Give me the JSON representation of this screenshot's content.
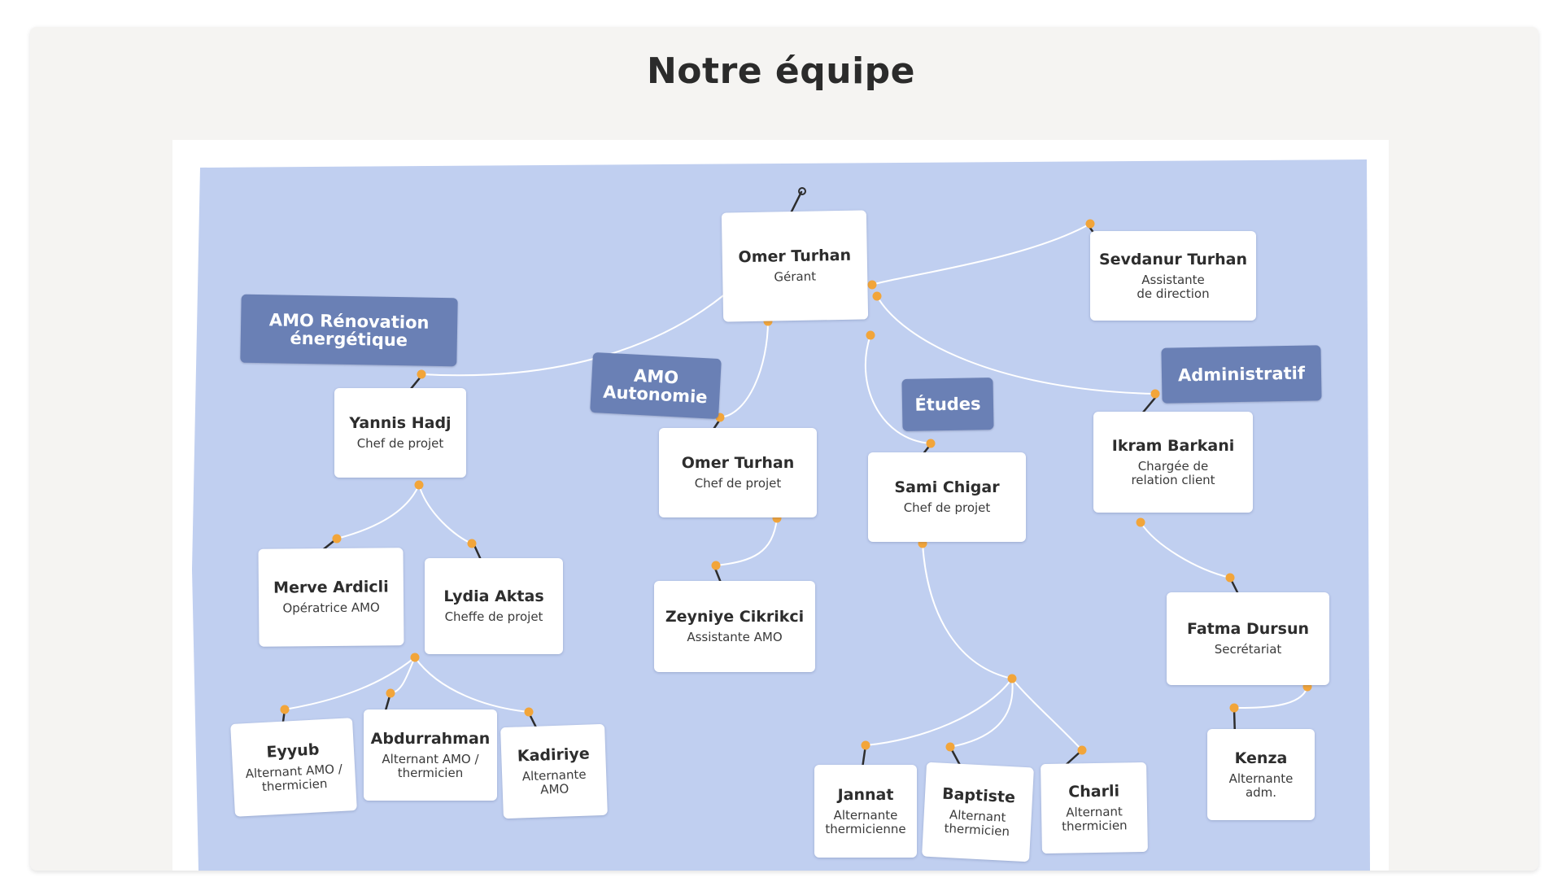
{
  "page_title": "Notre équipe",
  "colors": {
    "board": "#c0cff0",
    "tag": "#6a80b5",
    "pin": "#f2a53a",
    "wire": "#ffffff"
  },
  "groups": {
    "amo_renovation": "AMO Rénovation\nénergétique",
    "amo_autonomie": "AMO\nAutonomie",
    "etudes": "Études",
    "administratif": "Administratif"
  },
  "people": {
    "omer_gerant": {
      "name": "Omer Turhan",
      "role": "Gérant"
    },
    "sevdanur": {
      "name": "Sevdanur Turhan",
      "role": "Assistante\nde direction"
    },
    "yannis": {
      "name": "Yannis Hadj",
      "role": "Chef de projet"
    },
    "omer_chef": {
      "name": "Omer Turhan",
      "role": "Chef de projet"
    },
    "sami": {
      "name": "Sami Chigar",
      "role": "Chef de projet"
    },
    "ikram": {
      "name": "Ikram Barkani",
      "role": "Chargée de\nrelation client"
    },
    "merve": {
      "name": "Merve Ardicli",
      "role": "Opératrice AMO"
    },
    "lydia": {
      "name": "Lydia Aktas",
      "role": "Cheffe de projet"
    },
    "zeyniye": {
      "name": "Zeyniye Cikrikci",
      "role": "Assistante AMO"
    },
    "fatma": {
      "name": "Fatma Dursun",
      "role": "Secrétariat"
    },
    "eyyub": {
      "name": "Eyyub",
      "role": "Alternant AMO /\nthermicien"
    },
    "abdurrahman": {
      "name": "Abdurrahman",
      "role": "Alternant AMO /\nthermicien"
    },
    "kadiriye": {
      "name": "Kadiriye",
      "role": "Alternante\nAMO"
    },
    "jannat": {
      "name": "Jannat",
      "role": "Alternante\nthermicienne"
    },
    "baptiste": {
      "name": "Baptiste",
      "role": "Alternant\nthermicien"
    },
    "charli": {
      "name": "Charli",
      "role": "Alternant\nthermicien"
    },
    "kenza": {
      "name": "Kenza",
      "role": "Alternante\nadm."
    }
  }
}
